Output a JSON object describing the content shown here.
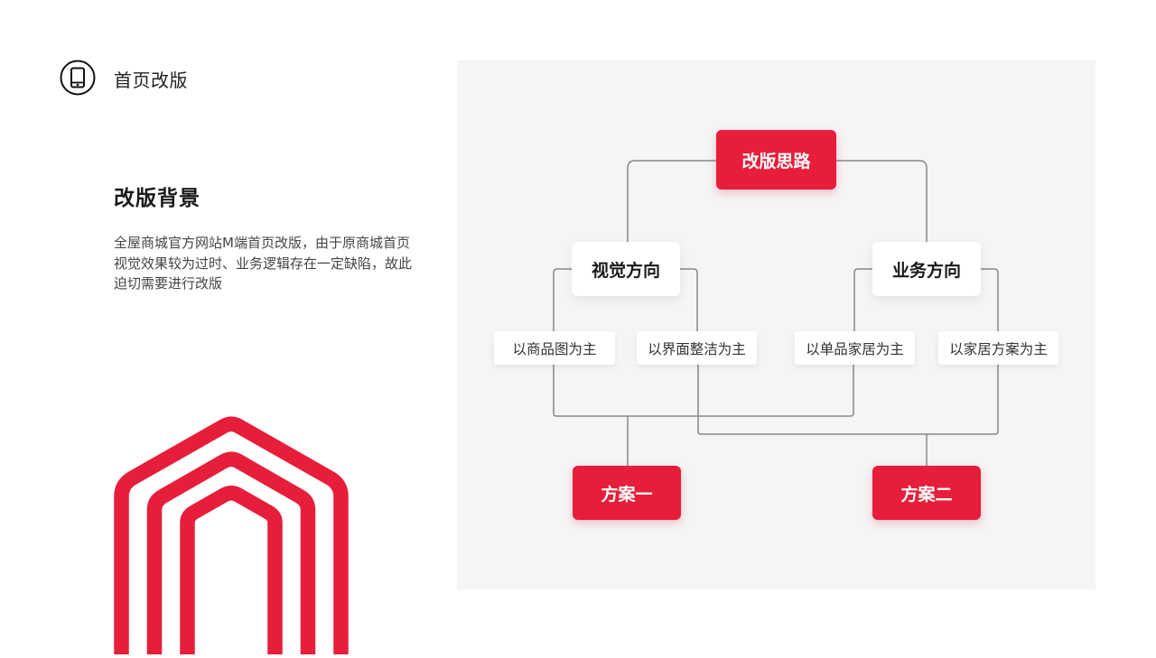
{
  "header": {
    "icon": "tablet-icon",
    "title": "首页改版"
  },
  "section": {
    "title": "改版背景",
    "body": "全屋商城官方网站M端首页改版，由于原商城首页视觉效果较为过时、业务逻辑存在一定缺陷，故此迫切需要进行改版"
  },
  "colors": {
    "accent": "#e61e3a",
    "panel_bg": "#f5f5f5",
    "connector": "#888888"
  },
  "diagram": {
    "root": "改版思路",
    "branches": [
      {
        "label": "视觉方向",
        "leaves": [
          "以商品图为主",
          "以界面整洁为主"
        ]
      },
      {
        "label": "业务方向",
        "leaves": [
          "以单品家居为主",
          "以家居方案为主"
        ]
      }
    ],
    "outcomes": [
      "方案一",
      "方案二"
    ]
  }
}
